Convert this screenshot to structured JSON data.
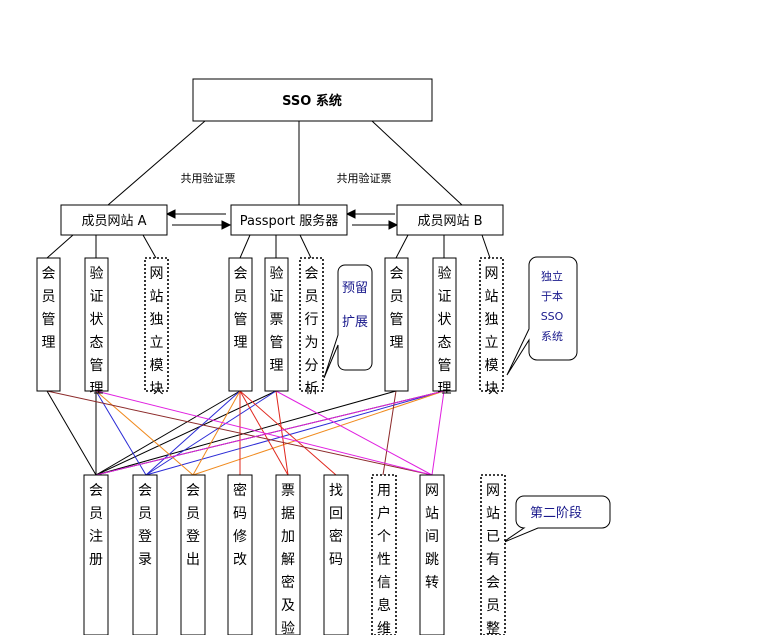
{
  "root": {
    "label": "SSO 系统"
  },
  "shared_ticket_label_left": "共用验证票",
  "shared_ticket_label_right": "共用验证票",
  "site_a": {
    "label": "成员网站 A"
  },
  "passport": {
    "label": "Passport 服务器"
  },
  "site_b": {
    "label": "成员网站 B"
  },
  "modules": [
    {
      "id": "a_member",
      "text": "会员管理"
    },
    {
      "id": "a_verify",
      "text": "验证状态管理"
    },
    {
      "id": "a_indep",
      "text": "网站独立模块"
    },
    {
      "id": "p_member",
      "text": "会员管理"
    },
    {
      "id": "p_ticket",
      "text": "验证票管理"
    },
    {
      "id": "p_behavior",
      "text": "会员行为分析"
    },
    {
      "id": "b_member",
      "text": "会员管理"
    },
    {
      "id": "b_verify",
      "text": "验证状态管理"
    },
    {
      "id": "b_indep",
      "text": "网站独立模块"
    }
  ],
  "functions": [
    {
      "id": "f_register",
      "text": "会员注册"
    },
    {
      "id": "f_login",
      "text": "会员登录"
    },
    {
      "id": "f_logout",
      "text": "会员登出"
    },
    {
      "id": "f_pwd",
      "text": "密码修改"
    },
    {
      "id": "f_ticket",
      "text": "票据加解密及验证"
    },
    {
      "id": "f_recover",
      "text": "找回密码"
    },
    {
      "id": "f_profile",
      "text": "用户个性信息维"
    },
    {
      "id": "f_jump",
      "text": "网站间跳转"
    },
    {
      "id": "f_integrate",
      "text": "网站已有会员整合"
    }
  ],
  "callouts": {
    "reserved": [
      "预留",
      "扩展"
    ],
    "independent": [
      "独立",
      "于本",
      "SSO",
      "系统"
    ],
    "phase2": "第二阶段"
  },
  "colors": {
    "black": "#000000",
    "blue": "#2b2bd6",
    "orange": "#f08a1e",
    "red": "#e0281e",
    "magenta": "#e020e0",
    "brown": "#8c2a2a",
    "callout_text": "#1a1a8c"
  }
}
